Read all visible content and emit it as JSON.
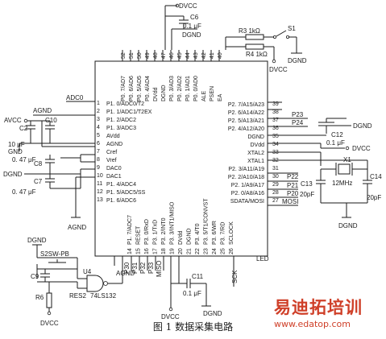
{
  "caption": "图 1   数据采集电路",
  "watermark": {
    "text": "易迪拓培训",
    "url": "www.edatop.com"
  },
  "labels": {
    "dvcc_top": "DVCC",
    "c6": "C6",
    "c6_val": "0.1 μF",
    "dgnd_top": "DGND",
    "r3": "R3 1kΩ",
    "s1": "S1",
    "r4": "R4 1kΩ",
    "dvcc_r4": "DVCC",
    "dgnd_s1": "DGND",
    "adc0": "ADC0",
    "agnd_l": "AGND",
    "avcc": "AVCC",
    "c2": "C2",
    "c10": "C10",
    "cap10u": "10 μF",
    "gnd": "GND",
    "c8": "C8",
    "cap047_1": "0. 47 μF",
    "dgnd_l": "DGND",
    "c7": "C7",
    "cap047_2": "0. 47 μF",
    "agnd_b": "AGND",
    "c12": "C12",
    "c12_val": "0.1 μF",
    "dgnd_r": "DGND",
    "dvcc_r": "DVCC",
    "x1": "X1",
    "xtal": "12MHz",
    "c13": "C13",
    "c13_val": "20pF",
    "c14": "C14",
    "c14_val": "20pF",
    "dgnd_x": "DGND",
    "dgnd_s2": "DGND",
    "s2": "S2SW-PB",
    "c9": "C9",
    "u4": "U4",
    "r6": "R6",
    "res2": "RES2",
    "ic_74": "74LS132",
    "dvcc_s2": "DVCC",
    "agnd_reset": "AGND",
    "led": "LED",
    "c11": "C11",
    "c11_val": "0.1 μF",
    "dvcc_c11": "DVCC",
    "dgnd_c11": "DGND",
    "p23": "P23",
    "p24": "P24",
    "p22": "P22",
    "p21": "P21",
    "p20": "P20",
    "mosi": "MOSI",
    "p30": "P30",
    "p31": "P31",
    "p32": "P32",
    "p33": "P33",
    "miso": "MISO",
    "sck": "SCK"
  },
  "chip": {
    "top_pins": [
      {
        "n": "52",
        "name": "P0. 7/AD7"
      },
      {
        "n": "51",
        "name": "P0. 6/AD6"
      },
      {
        "n": "50",
        "name": "P0. 5/AD5"
      },
      {
        "n": "49",
        "name": "P0. 4/AD4"
      },
      {
        "n": "48",
        "name": "DVdd"
      },
      {
        "n": "47",
        "name": "DGND"
      },
      {
        "n": "46",
        "name": "P0. 3/AD3"
      },
      {
        "n": "45",
        "name": "P0. 2/AD2"
      },
      {
        "n": "44",
        "name": "P0. 1/AD1"
      },
      {
        "n": "43",
        "name": "P0. 0/AD0"
      },
      {
        "n": "42",
        "name": "ALE"
      },
      {
        "n": "41",
        "name": "PSEN"
      },
      {
        "n": "40",
        "name": "EA"
      }
    ],
    "left_pins": [
      {
        "n": "1",
        "name": "P1. 0/ADC0/T2"
      },
      {
        "n": "2",
        "name": "P1. 1/ADC1/T2EX"
      },
      {
        "n": "3",
        "name": "P1. 2/ADC2"
      },
      {
        "n": "4",
        "name": "P1. 3/ADC3"
      },
      {
        "n": "5",
        "name": "AVdd"
      },
      {
        "n": "6",
        "name": "AGND"
      },
      {
        "n": "7",
        "name": "Cref"
      },
      {
        "n": "8",
        "name": "Vref"
      },
      {
        "n": "9",
        "name": "DAC0"
      },
      {
        "n": "10",
        "name": "DAC1"
      },
      {
        "n": "11",
        "name": "P1. 4/ADC4"
      },
      {
        "n": "12",
        "name": "P1. 5/ADC5/SS"
      },
      {
        "n": "13",
        "name": "P1. 6/ADC6"
      }
    ],
    "right_pins": [
      {
        "n": "39",
        "name": "P2. 7/A15/A23"
      },
      {
        "n": "38",
        "name": "P2. 6/A14/A22"
      },
      {
        "n": "37",
        "name": "P2. 5/A13/A21"
      },
      {
        "n": "36",
        "name": "P2. 4/A12/A20"
      },
      {
        "n": "35",
        "name": "DGND"
      },
      {
        "n": "34",
        "name": "DVdd"
      },
      {
        "n": "33",
        "name": "XTAL2"
      },
      {
        "n": "32",
        "name": "XTAL1"
      },
      {
        "n": "31",
        "name": "P2. 3/A11/A19"
      },
      {
        "n": "30",
        "name": "P2. 2/A10/A18"
      },
      {
        "n": "29",
        "name": "P2. 1/A9/A17"
      },
      {
        "n": "28",
        "name": "P2. 0/A8/A16"
      },
      {
        "n": "27",
        "name": "SDATA/MOSI"
      }
    ],
    "bottom_pins": [
      {
        "n": "14",
        "name": "P1. 7/ADC7"
      },
      {
        "n": "15",
        "name": "RESET"
      },
      {
        "n": "16",
        "name": "P3. 0/RxD"
      },
      {
        "n": "17",
        "name": "P3. 1/TxD"
      },
      {
        "n": "18",
        "name": "P3. 2/INT0"
      },
      {
        "n": "19",
        "name": "P3. 3/INT1/MISO"
      },
      {
        "n": "20",
        "name": "DVdd"
      },
      {
        "n": "21",
        "name": "DGND"
      },
      {
        "n": "22",
        "name": "P3. 4/T0"
      },
      {
        "n": "23",
        "name": "P3. 5/T1/CONVST"
      },
      {
        "n": "24",
        "name": "P3. 6/WR"
      },
      {
        "n": "25",
        "name": "P3. 7/RD"
      },
      {
        "n": "26",
        "name": "SCLOCK"
      }
    ]
  }
}
